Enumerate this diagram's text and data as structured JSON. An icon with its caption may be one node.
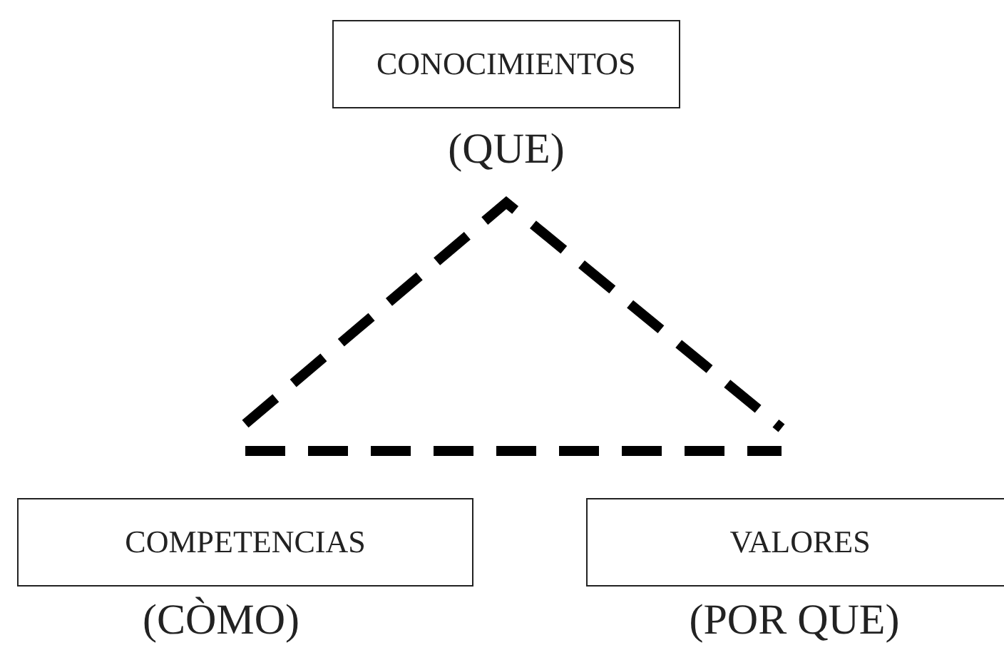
{
  "diagram": {
    "nodes": [
      {
        "text": [
          "CONOCIMIENTOS"
        ],
        "beside": [
          "(QUE)"
        ]
      },
      {
        "text": [
          "COMPETENCIAS"
        ],
        "beside": [
          "(CÒMO)"
        ]
      },
      {
        "text": [
          "VALORES"
        ],
        "beside": [
          "(POR QUE)"
        ]
      }
    ]
  }
}
